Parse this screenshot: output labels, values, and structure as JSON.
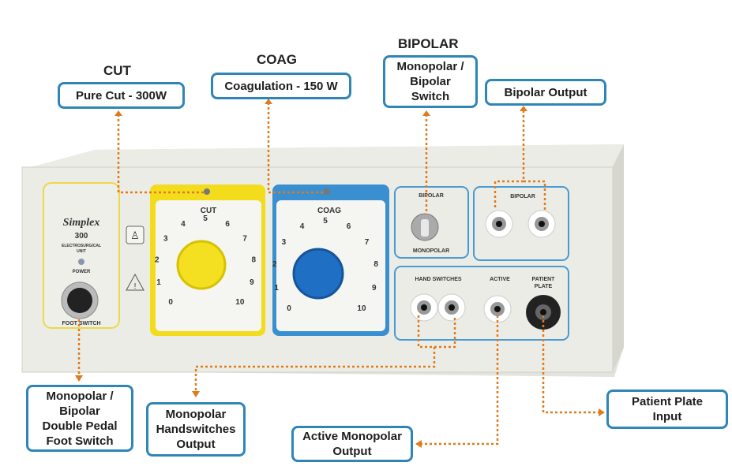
{
  "headings": {
    "cut": "CUT",
    "coag": "COAG",
    "bipolar": "BIPOLAR"
  },
  "callouts": {
    "pure_cut": "Pure Cut - 300W",
    "coagulation": "Coagulation - 150 W",
    "mono_bi_switch": [
      "Monopolar /",
      "Bipolar",
      "Switch"
    ],
    "bipolar_output": "Bipolar Output",
    "foot_switch": [
      "Monopolar /",
      "Bipolar",
      "Double Pedal",
      "Foot Switch"
    ],
    "handswitches": [
      "Monopolar",
      "Handswitches",
      "Output"
    ],
    "active": [
      "Active Monopolar",
      "Output"
    ],
    "patient_plate": [
      "Patient Plate",
      "Input"
    ]
  },
  "panel": {
    "brand": "Simplex",
    "model": "300",
    "unit": [
      "ELECTROSURGICAL",
      "UNIT"
    ],
    "power": "POWER",
    "foot_switch": "FOOT SWITCH",
    "cut_label": "CUT",
    "coag_label": "COAG",
    "cut_scale": [
      "0",
      "1",
      "2",
      "3",
      "4",
      "5",
      "6",
      "7",
      "8",
      "9",
      "10"
    ],
    "coag_scale": [
      "0",
      "1",
      "2",
      "3",
      "4",
      "5",
      "6",
      "7",
      "8",
      "9",
      "10"
    ],
    "switch_top": "BIPOLAR",
    "switch_bottom": "MONOPOLAR",
    "bipolar": "BIPOLAR",
    "hand_switches": "HAND SWITCHES",
    "active": "ACTIVE",
    "patient": [
      "PATIENT",
      "PLATE"
    ]
  },
  "colors": {
    "callout_border": "#2f86b6",
    "leader": "#e07a1a",
    "cut": "#f2dc1c",
    "coag": "#3a8fd0"
  }
}
